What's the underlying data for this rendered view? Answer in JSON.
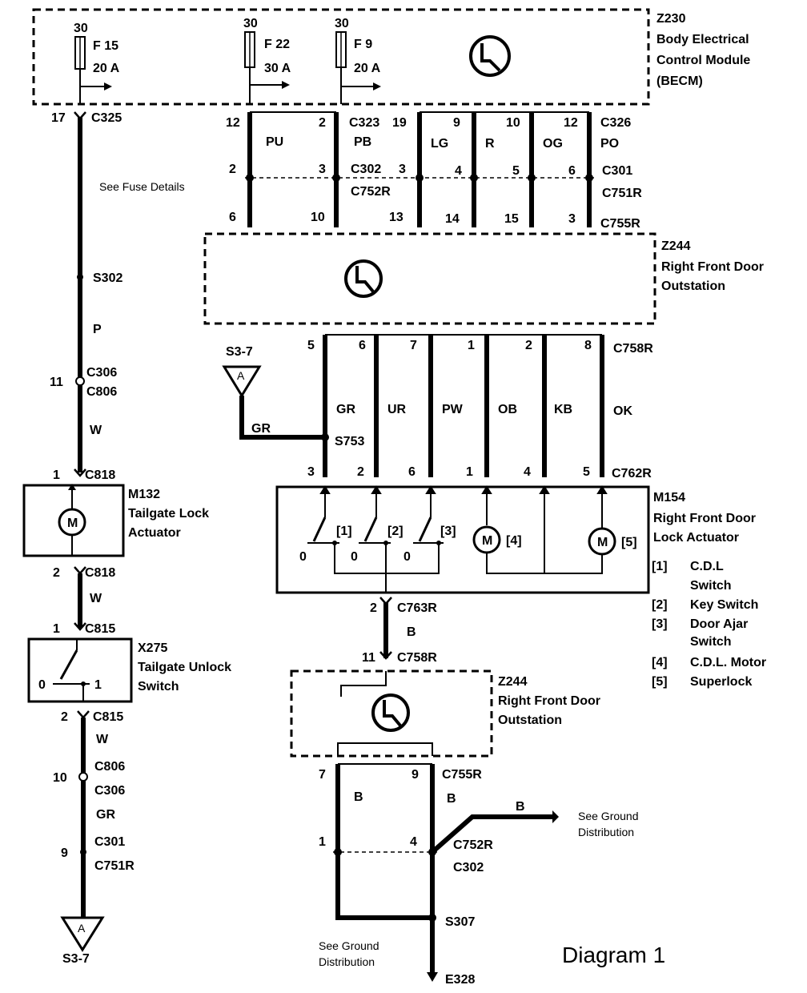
{
  "title": "Diagram 1",
  "becm": {
    "code": "Z230",
    "name_line1": "Body Electrical",
    "name_line2": "Control Module",
    "name_line3": "(BECM)",
    "fuses": [
      {
        "supply": "30",
        "name": "F 15",
        "rating": "20 A"
      },
      {
        "supply": "30",
        "name": "F 22",
        "rating": "30 A"
      },
      {
        "supply": "30",
        "name": "F 9",
        "rating": "20 A"
      }
    ],
    "fuse_details_note": "See Fuse Details"
  },
  "left_circuit": {
    "becm_pin": "17",
    "becm_connector": "C325",
    "splice": "S302",
    "wire_color_1": "P",
    "conn_306_pin": "11",
    "conn_306_a": "C306",
    "conn_306_b": "C806",
    "wire_color_2": "W",
    "tailgate_lock": {
      "pin_top": "1",
      "conn_top": "C818",
      "code": "M132",
      "name_line1": "Tailgate Lock",
      "name_line2": "Actuator",
      "motor_label": "M",
      "pin_bottom": "2",
      "conn_bottom": "C818"
    },
    "wire_color_3": "W",
    "tailgate_switch": {
      "pin_top": "1",
      "conn_top": "C815",
      "code": "X275",
      "name_line1": "Tailgate Unlock",
      "name_line2": "Switch",
      "pos_0": "0",
      "pos_1": "1",
      "pin_bottom": "2",
      "conn_bottom": "C815"
    },
    "wire_color_4": "W",
    "conn_806_pin": "10",
    "conn_806_a": "C806",
    "conn_806_b": "C306",
    "wire_color_5": "GR",
    "conn_301_pin": "9",
    "conn_301_a": "C301",
    "conn_301_b": "C751R",
    "ref_symbol": "A",
    "ref_label": "S3-7"
  },
  "door_upper": {
    "pins_top": [
      "12",
      "2",
      "19",
      "9",
      "10",
      "12"
    ],
    "conn_top_1": "C323",
    "conn_top_2": "C326",
    "colors": [
      "PU",
      "PB",
      "LG",
      "R",
      "OG",
      "PO"
    ],
    "pins_mid": [
      "2",
      "3",
      "3",
      "4",
      "5",
      "6"
    ],
    "conn_mid_1": "C302",
    "conn_mid_2": "C752R",
    "conn_mid_3": "C301",
    "conn_mid_4": "C751R",
    "pins_low": [
      "6",
      "10",
      "13",
      "14",
      "15",
      "3"
    ],
    "conn_low": "C755R"
  },
  "door_outstation_1": {
    "code": "Z244",
    "name_line1": "Right Front Door",
    "name_line2": "Outstation"
  },
  "door_middle": {
    "pins_top": [
      "5",
      "6",
      "7",
      "1",
      "2",
      "8"
    ],
    "conn_top": "C758R",
    "colors": [
      "GR",
      "UR",
      "PW",
      "OB",
      "KB",
      "OK"
    ],
    "ref_label": "S3-7",
    "ref_symbol": "A",
    "ref_wire_color": "GR",
    "splice": "S753",
    "pins_bottom": [
      "3",
      "2",
      "6",
      "1",
      "4",
      "5"
    ],
    "conn_bottom": "C762R"
  },
  "lock_actuator": {
    "code": "M154",
    "name_line1": "Right Front Door",
    "name_line2": "Lock Actuator",
    "switch_tags": [
      "[1]",
      "[2]",
      "[3]"
    ],
    "switch_zero": "0",
    "motor_label": "M",
    "motor_tags": [
      "[4]",
      "[5]"
    ],
    "legend": [
      {
        "tag": "[1]",
        "line1": "C.D.L",
        "line2": "Switch"
      },
      {
        "tag": "[2]",
        "line1": "Key Switch",
        "line2": ""
      },
      {
        "tag": "[3]",
        "line1": "Door Ajar",
        "line2": "Switch"
      },
      {
        "tag": "[4]",
        "line1": "C.D.L. Motor",
        "line2": ""
      },
      {
        "tag": "[5]",
        "line1": "Superlock",
        "line2": ""
      }
    ]
  },
  "ground_path": {
    "pin_a": "2",
    "conn_a": "C763R",
    "wire_color": "B",
    "pin_b": "11",
    "conn_b": "C758R"
  },
  "door_outstation_2": {
    "code": "Z244",
    "name_line1": "Right Front Door",
    "name_line2": "Outstation"
  },
  "door_lower": {
    "pin_left": "7",
    "pin_right": "9",
    "conn": "C755R",
    "color_left": "B",
    "color_right": "B",
    "ground_wire_color": "B",
    "ground_note_line1": "See Ground",
    "ground_note_line2": "Distribution",
    "pin_mid_left": "1",
    "pin_mid_right": "4",
    "conn_mid_1": "C752R",
    "conn_mid_2": "C302",
    "splice": "S307",
    "ground_note2_line1": "See Ground",
    "ground_note2_line2": "Distribution",
    "ground_point": "E328"
  }
}
